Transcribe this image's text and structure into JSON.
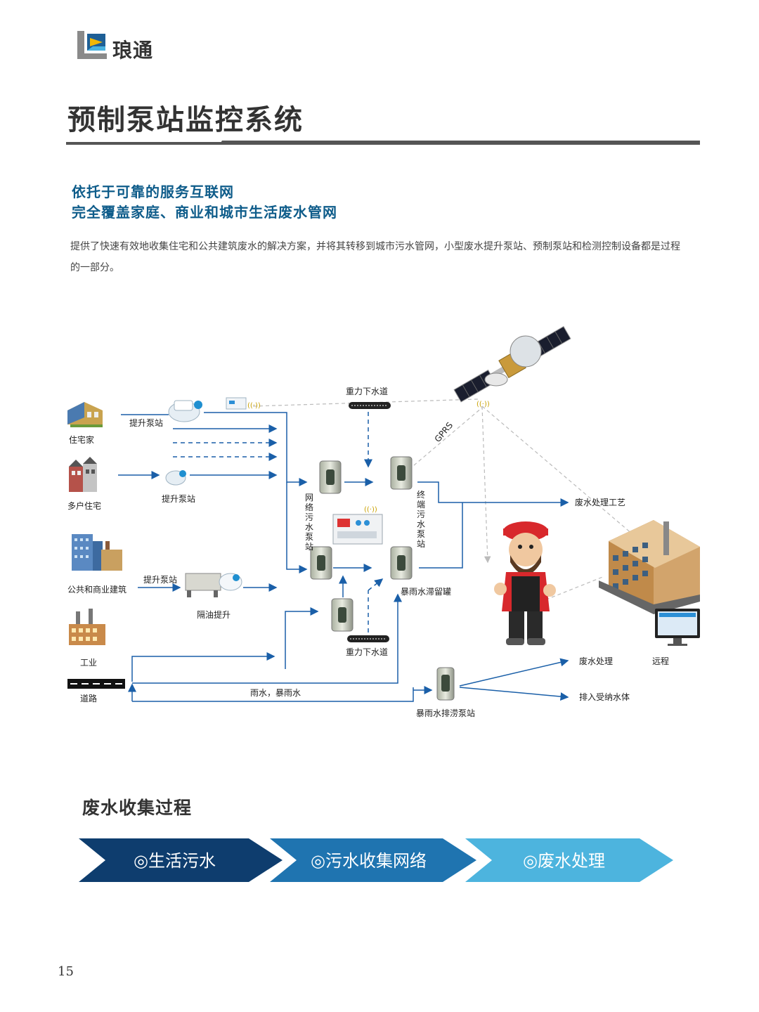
{
  "brand": {
    "name": "琅通"
  },
  "page": {
    "title": "预制泵站监控系统",
    "number": "15"
  },
  "subtitle": {
    "line1": "依托于可靠的服务互联网",
    "line2": "完全覆盖家庭、商业和城市生活废水管网"
  },
  "intro": "提供了快速有效地收集住宅和公共建筑废水的解决方案，并将其转移到城市污水管网，小型废水提升泵站、预制泵站和检测控制设备都是过程的一部分。",
  "diagram": {
    "residence": "住宅家",
    "multi_residence": "多户住宅",
    "commercial": "公共和商业建筑",
    "industry": "工业",
    "road": "道路",
    "lift_station_1": "提升泵站",
    "lift_station_2": "提升泵站",
    "lift_station_3": "提升泵站",
    "oil_separation": "隔油提升",
    "gravity_sewer_top": "重力下水道",
    "gravity_sewer_bottom": "重力下水道",
    "network_pump": [
      "网",
      "络",
      "污",
      "水",
      "泵",
      "站"
    ],
    "terminal_pump": [
      "终",
      "端",
      "污",
      "水",
      "泵",
      "站"
    ],
    "gprs": "GPRS",
    "wastewater_process": "废水处理工艺",
    "storm_tank": "暴雨水滞留罐",
    "rain": "雨水，暴雨水",
    "storm_drain_station": "暴雨水排涝泵站",
    "wastewater_treatment": "废水处理",
    "discharge": "排入受纳水体",
    "remote": "远程"
  },
  "process": {
    "title": "废水收集过程",
    "steps": [
      "◎生活污水",
      "◎污水收集网络",
      "◎废水处理"
    ]
  },
  "colors": {
    "accent": "#0e5c8a",
    "arrow": "#1a5fa8",
    "step1": "#0e3d6e",
    "step2": "#1f74b0",
    "step3": "#4db4de"
  }
}
